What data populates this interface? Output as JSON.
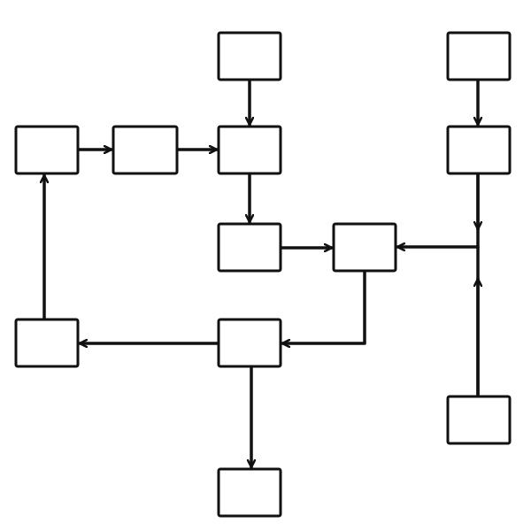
{
  "diagram": {
    "line_color": "#111111",
    "box_fill": "#ffffff",
    "nodes": [
      {
        "id": "n1",
        "label": ""
      },
      {
        "id": "n2",
        "label": ""
      },
      {
        "id": "n3",
        "label": ""
      },
      {
        "id": "n4",
        "label": ""
      },
      {
        "id": "n5",
        "label": ""
      },
      {
        "id": "n6",
        "label": ""
      },
      {
        "id": "n7",
        "label": ""
      },
      {
        "id": "n8",
        "label": ""
      },
      {
        "id": "n9",
        "label": ""
      },
      {
        "id": "n10",
        "label": ""
      },
      {
        "id": "n11",
        "label": ""
      },
      {
        "id": "n12",
        "label": ""
      },
      {
        "id": "n13",
        "label": ""
      }
    ],
    "edges": [
      {
        "from": "n3",
        "to": "n6"
      },
      {
        "from": "n1",
        "to": "n4"
      },
      {
        "from": "n4",
        "to": "n5"
      },
      {
        "from": "n5",
        "to": "n6"
      },
      {
        "from": "n6",
        "to": "n7"
      },
      {
        "from": "n7",
        "to": "n8"
      },
      {
        "from": "n9",
        "to": "n8"
      },
      {
        "from": "n8",
        "to": "n11"
      },
      {
        "from": "n11",
        "to": "n10"
      },
      {
        "from": "n10",
        "to": "n4"
      },
      {
        "from": "n11",
        "to": "n13"
      },
      {
        "from": "n2",
        "to": "n9"
      },
      {
        "from": "n12",
        "to": "n8"
      }
    ]
  }
}
